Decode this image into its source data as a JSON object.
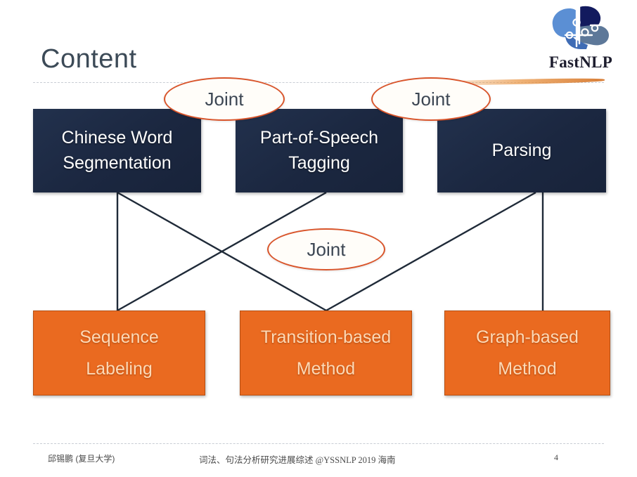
{
  "slide": {
    "title": "Content",
    "page_number": "4"
  },
  "logo": {
    "name": "FastNLP",
    "brain_colors": {
      "light_blue": "#5b8fd4",
      "dark_blue": "#121a5e",
      "slate_blue": "#5d7899",
      "mid_blue": "#3f6cb5"
    }
  },
  "diagram": {
    "tasks": [
      {
        "id": "cws",
        "label_line1": "Chinese Word",
        "label_line2": "Segmentation"
      },
      {
        "id": "pos",
        "label_line1": "Part-of-Speech",
        "label_line2": "Tagging"
      },
      {
        "id": "parsing",
        "label_line1": "Parsing",
        "label_line2": ""
      }
    ],
    "methods": [
      {
        "id": "seqlab",
        "label_line1": "Sequence",
        "label_line2": "Labeling"
      },
      {
        "id": "trans",
        "label_line1": "Transition-based",
        "label_line2": "Method"
      },
      {
        "id": "graph",
        "label_line1": "Graph-based",
        "label_line2": "Method"
      }
    ],
    "joints": [
      {
        "id": "joint-top-left",
        "label": "Joint"
      },
      {
        "id": "joint-top-right",
        "label": "Joint"
      },
      {
        "id": "joint-middle",
        "label": "Joint"
      }
    ],
    "colors": {
      "task_box": "#1b2740",
      "method_box": "#ea6a20",
      "joint_outline": "#d9542a",
      "connector_line": "#1f2a38",
      "title_text": "#3c4a57",
      "method_text": "#fdd9b6"
    }
  },
  "footer": {
    "author": "邱锡鹏 (复旦大学)",
    "center": "词法、句法分析研究进展综述 @YSSNLP 2019 海南",
    "page": "4"
  }
}
